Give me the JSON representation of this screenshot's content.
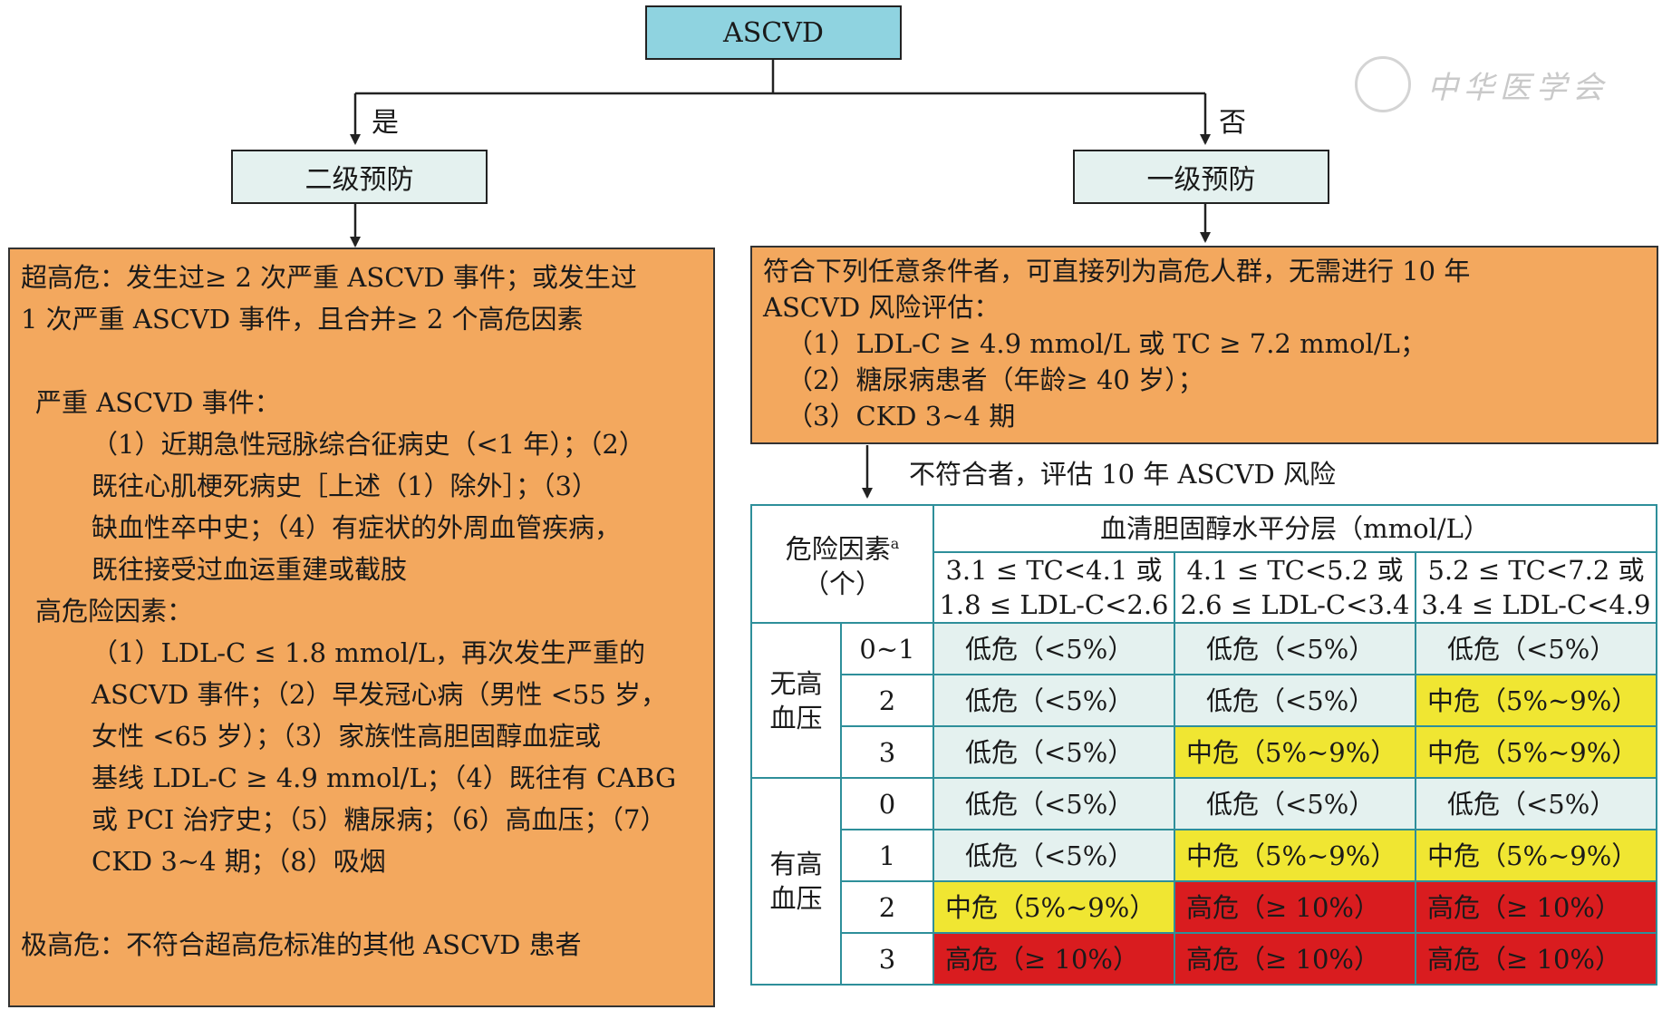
{
  "top_node": "ASCVD",
  "branches": {
    "yes_label": "是",
    "no_label": "否"
  },
  "secondary": {
    "title": "二级预防",
    "box_lines": [
      "超高危：发生过≥ 2 次严重 ASCVD 事件；或发生过",
      "1 次严重 ASCVD 事件，且合并≥ 2 个高危因素",
      "",
      "严重 ASCVD 事件：",
      "（1）近期急性冠脉综合征病史（<1 年）；（2）",
      "既往心肌梗死病史［上述（1）除外］；（3）",
      "缺血性卒中史；（4）有症状的外周血管疾病，",
      "既往接受过血运重建或截肢",
      "高危险因素：",
      "（1）LDL-C ≤ 1.8 mmol/L，再次发生严重的",
      "ASCVD 事件；（2）早发冠心病（男性 <55 岁，",
      "女性 <65 岁）；（3）家族性高胆固醇血症或",
      "基线 LDL-C ≥ 4.9 mmol/L；（4）既往有 CABG",
      "或 PCI 治疗史；（5）糖尿病；（6）高血压；（7）",
      "CKD 3~4 期；（8）吸烟",
      "",
      "极高危：不符合超高危标准的其他 ASCVD 患者"
    ]
  },
  "primary": {
    "title": "一级预防",
    "box_lines": [
      "符合下列任意条件者，可直接列为高危人群，无需进行 10 年",
      "ASCVD 风险评估：",
      "（1）LDL-C ≥ 4.9 mmol/L 或 TC ≥ 7.2 mmol/L；",
      "（2）糖尿病患者（年龄≥ 40 岁）；",
      "（3）CKD 3~4 期"
    ],
    "not_meet_label": "不符合者，评估 10 年 ASCVD 风险"
  },
  "table": {
    "risk_factor_header": "危险因素",
    "risk_factor_sup": "a",
    "risk_factor_unit": "（个）",
    "chol_header": "血清胆固醇水平分层（mmol/L）",
    "columns": [
      {
        "line1": "3.1 ≤ TC<4.1 或",
        "line2": "1.8 ≤ LDL-C<2.6"
      },
      {
        "line1": "4.1 ≤ TC<5.2 或",
        "line2": "2.6 ≤ LDL-C<3.4"
      },
      {
        "line1": "5.2 ≤ TC<7.2 或",
        "line2": "3.4 ≤ LDL-C<4.9"
      }
    ],
    "groups": [
      {
        "label_line1": "无高",
        "label_line2": "血压",
        "rows": [
          {
            "count": "0~1",
            "cells": [
              {
                "text": "低危（<5%）",
                "level": "low"
              },
              {
                "text": "低危（<5%）",
                "level": "low"
              },
              {
                "text": "低危（<5%）",
                "level": "low"
              }
            ]
          },
          {
            "count": "2",
            "cells": [
              {
                "text": "低危（<5%）",
                "level": "low"
              },
              {
                "text": "低危（<5%）",
                "level": "low"
              },
              {
                "text": "中危（5%~9%）",
                "level": "mid"
              }
            ]
          },
          {
            "count": "3",
            "cells": [
              {
                "text": "低危（<5%）",
                "level": "low"
              },
              {
                "text": "中危（5%~9%）",
                "level": "mid"
              },
              {
                "text": "中危（5%~9%）",
                "level": "mid"
              }
            ]
          }
        ]
      },
      {
        "label_line1": "有高",
        "label_line2": "血压",
        "rows": [
          {
            "count": "0",
            "cells": [
              {
                "text": "低危（<5%）",
                "level": "low"
              },
              {
                "text": "低危（<5%）",
                "level": "low"
              },
              {
                "text": "低危（<5%）",
                "level": "low"
              }
            ]
          },
          {
            "count": "1",
            "cells": [
              {
                "text": "低危（<5%）",
                "level": "low"
              },
              {
                "text": "中危（5%~9%）",
                "level": "mid"
              },
              {
                "text": "中危（5%~9%）",
                "level": "mid"
              }
            ]
          },
          {
            "count": "2",
            "cells": [
              {
                "text": "中危（5%~9%）",
                "level": "mid"
              },
              {
                "text": "高危（≥ 10%）",
                "level": "high"
              },
              {
                "text": "高危（≥ 10%）",
                "level": "high"
              }
            ]
          },
          {
            "count": "3",
            "cells": [
              {
                "text": "高危（≥ 10%）",
                "level": "high"
              },
              {
                "text": "高危（≥ 10%）",
                "level": "high"
              },
              {
                "text": "高危（≥ 10%）",
                "level": "high"
              }
            ]
          }
        ]
      }
    ]
  },
  "colors": {
    "top_node": "#8fd3e0",
    "level_node": "#e4f1ef",
    "orange_box": "#f3a85e",
    "low": "#e4f1ef",
    "mid": "#f0e632",
    "high": "#d91c1f",
    "table_border": "#2e8f9a"
  },
  "watermark": "中华医学会"
}
